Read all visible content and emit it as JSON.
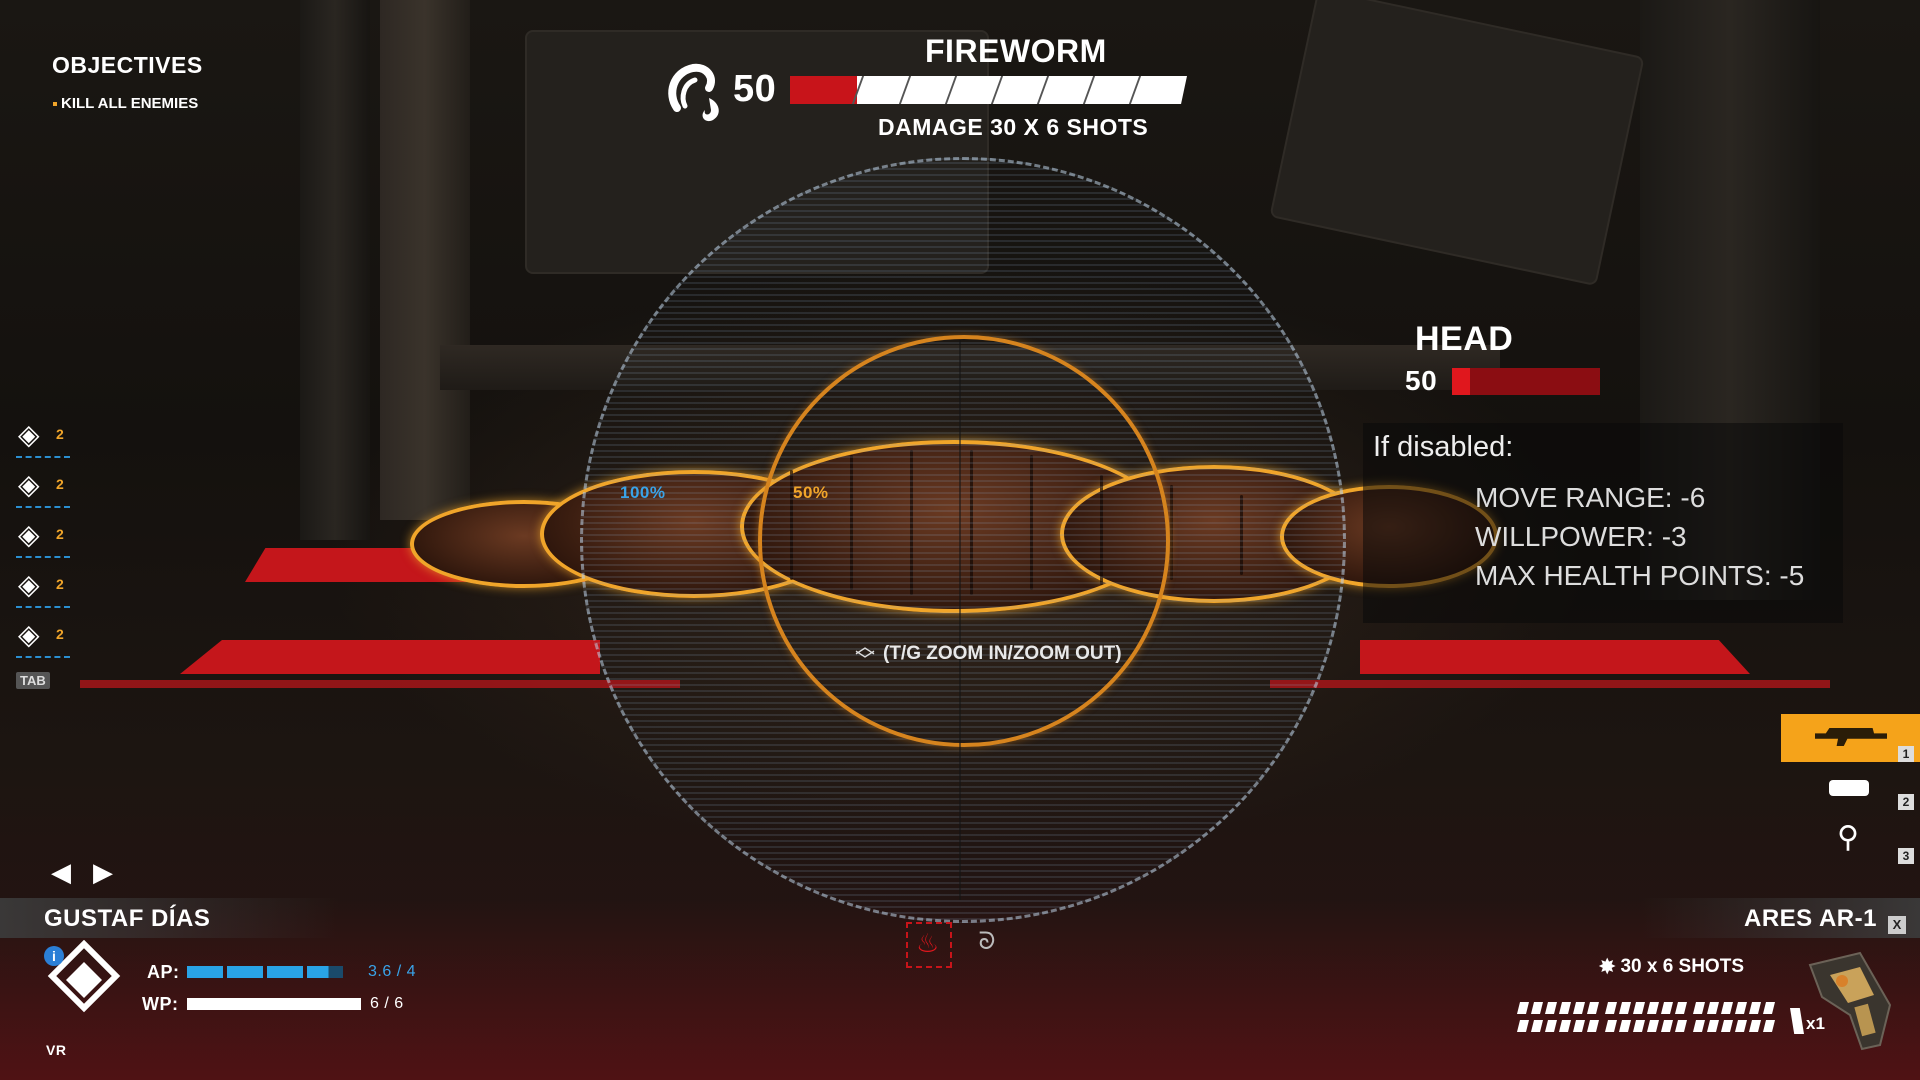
{
  "objectives": {
    "title": "OBJECTIVES",
    "items": [
      "KILL ALL ENEMIES"
    ]
  },
  "target": {
    "name": "FIREWORM",
    "icon": "fireworm-icon",
    "health": "50",
    "health_fraction_red": 0.17,
    "damage_label": "DAMAGE 30 X 6 SHOTS"
  },
  "bodypart": {
    "name": "HEAD",
    "health": "50",
    "disabled_heading": "If disabled:",
    "effects": [
      "MOVE RANGE: -6",
      "WILLPOWER: -3",
      "MAX HEALTH POINTS: -5"
    ]
  },
  "hit_chances": {
    "outer": "100%",
    "inner": "50%"
  },
  "zoom_hint": "(T/G ZOOM IN/ZOOM OUT)",
  "squad": {
    "counts": [
      "2",
      "2",
      "2",
      "2",
      "2"
    ],
    "tab_label": "TAB"
  },
  "character": {
    "name": "GUSTAF DÍAS",
    "class_tag": "VR",
    "ap_label": "AP:",
    "ap_value": "3.6 / 4",
    "ap_fraction": 0.9,
    "wp_label": "WP:",
    "wp_value": "6 / 6",
    "wp_fraction": 1.0
  },
  "weapon": {
    "name": "ARES AR-1",
    "close_key": "X",
    "shots_label": "30 x 6 SHOTS",
    "ammo_count": "x1"
  },
  "weapon_slots": [
    "1",
    "2",
    "3"
  ],
  "colors": {
    "accent_orange": "#f0a52a",
    "health_red": "#c8141a",
    "ap_blue": "#29a3e6",
    "slot_selected": "#f5a31a"
  }
}
